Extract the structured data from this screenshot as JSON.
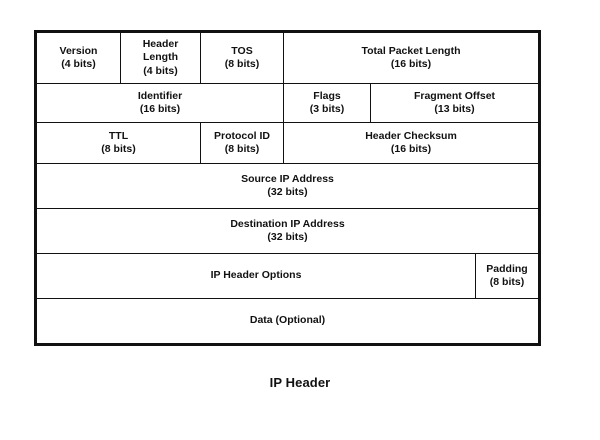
{
  "diagram": {
    "caption": "IP Header",
    "colors": {
      "background": "#ffffff",
      "border": "#111111",
      "text": "#111111"
    },
    "rows": [
      {
        "index": 1,
        "cells": [
          {
            "name": "Version",
            "bits": "(4 bits)"
          },
          {
            "name": "Header\nLength",
            "bits": "(4 bits)"
          },
          {
            "name": "TOS",
            "bits": "(8 bits)"
          },
          {
            "name": "Total Packet Length",
            "bits": "(16 bits)"
          }
        ]
      },
      {
        "index": 2,
        "cells": [
          {
            "name": "Identifier",
            "bits": "(16 bits)"
          },
          {
            "name": "Flags",
            "bits": "(3 bits)"
          },
          {
            "name": "Fragment Offset",
            "bits": "(13 bits)"
          }
        ]
      },
      {
        "index": 3,
        "cells": [
          {
            "name": "TTL",
            "bits": "(8 bits)"
          },
          {
            "name": "Protocol ID",
            "bits": "(8 bits)"
          },
          {
            "name": "Header Checksum",
            "bits": "(16 bits)"
          }
        ]
      },
      {
        "index": 4,
        "cells": [
          {
            "name": "Source IP Address",
            "bits": "(32 bits)"
          }
        ]
      },
      {
        "index": 5,
        "cells": [
          {
            "name": "Destination IP Address",
            "bits": "(32 bits)"
          }
        ]
      },
      {
        "index": 6,
        "cells": [
          {
            "name": "IP Header Options",
            "bits": ""
          },
          {
            "name": "Padding",
            "bits": "(8 bits)"
          }
        ]
      },
      {
        "index": 7,
        "cells": [
          {
            "name": "Data (Optional)",
            "bits": ""
          }
        ]
      }
    ],
    "fields": {
      "version": {
        "label": "Version",
        "bits": "(4 bits)"
      },
      "header_length": {
        "label_line1": "Header",
        "label_line2": "Length",
        "bits": "(4 bits)"
      },
      "tos": {
        "label": "TOS",
        "bits": "(8 bits)"
      },
      "total_length": {
        "label": "Total Packet Length",
        "bits": "(16 bits)"
      },
      "identifier": {
        "label": "Identifier",
        "bits": "(16 bits)"
      },
      "flags": {
        "label": "Flags",
        "bits": "(3 bits)"
      },
      "frag_offset": {
        "label": "Fragment Offset",
        "bits": "(13 bits)"
      },
      "ttl": {
        "label": "TTL",
        "bits": "(8 bits)"
      },
      "protocol_id": {
        "label": "Protocol ID",
        "bits": "(8 bits)"
      },
      "checksum": {
        "label": "Header Checksum",
        "bits": "(16 bits)"
      },
      "source_ip": {
        "label": "Source IP Address",
        "bits": "(32 bits)"
      },
      "dest_ip": {
        "label": "Destination IP Address",
        "bits": "(32 bits)"
      },
      "options": {
        "label": "IP Header Options",
        "bits": ""
      },
      "padding": {
        "label": "Padding",
        "bits": "(8 bits)"
      },
      "data": {
        "label": "Data (Optional)",
        "bits": ""
      }
    }
  }
}
